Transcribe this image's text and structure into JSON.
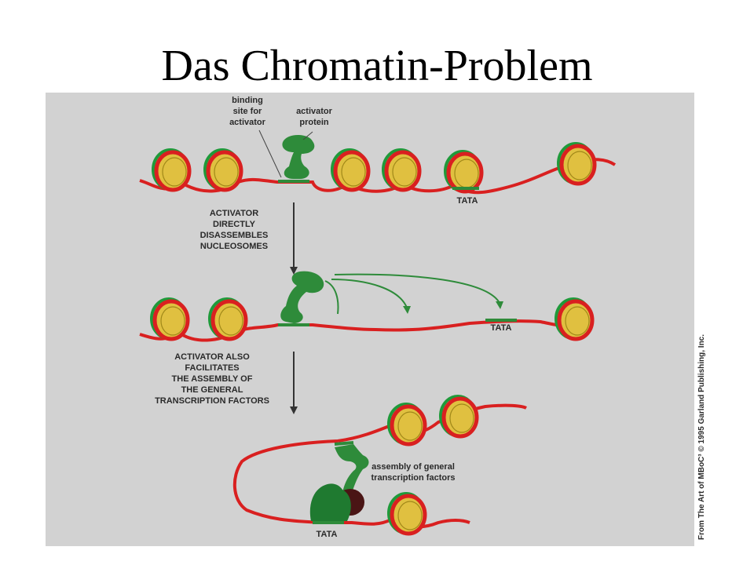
{
  "slide": {
    "title": "Das Chromatin-Problem"
  },
  "figure": {
    "background": "#d2d2d2",
    "labels": {
      "binding_site": [
        "binding",
        "site for",
        "activator"
      ],
      "activator_protein": [
        "activator",
        "protein"
      ],
      "tata": "TATA",
      "step1": [
        "ACTIVATOR",
        "DIRECTLY",
        "DISASSEMBLES",
        "NUCLEOSOMES"
      ],
      "step2": [
        "ACTIVATOR ALSO",
        "FACILITATES",
        "THE ASSEMBLY OF",
        "THE GENERAL",
        "TRANSCRIPTION FACTORS"
      ],
      "assembly": [
        "assembly of general",
        "transcription factors"
      ],
      "credit": "From The Art of MBoC³ © 1995 Garland Publishing, Inc."
    },
    "colors": {
      "dna": "#d92020",
      "histone": "#e0c040",
      "histone_edge": "#a08818",
      "protein": "#2e8b3a",
      "protein_dark": "#4a1515",
      "arrow": "#333333"
    }
  }
}
